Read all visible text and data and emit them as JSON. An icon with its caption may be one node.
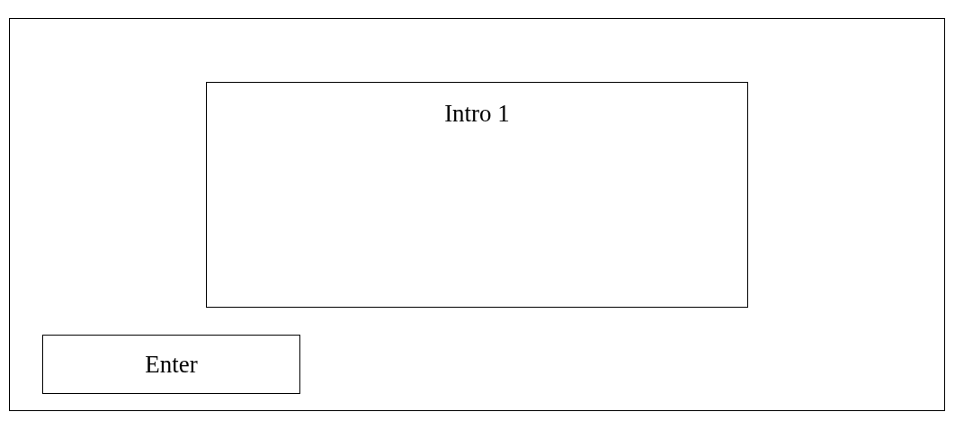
{
  "diagram": {
    "nodes": [
      {
        "text": [],
        "shape": "box"
      },
      {
        "text": [
          "Intro 1"
        ],
        "in": 0
      },
      {
        "text": [
          "Enter"
        ],
        "in": 0
      }
    ]
  }
}
